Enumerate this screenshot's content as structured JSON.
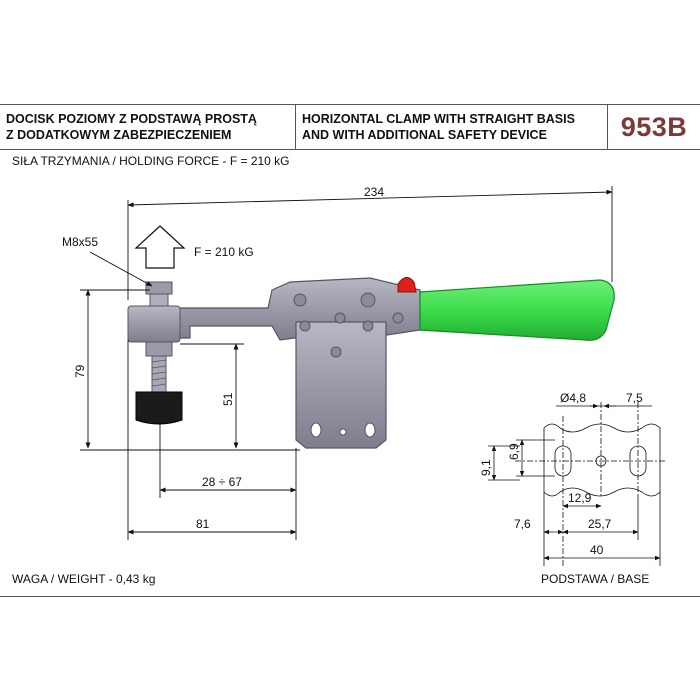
{
  "header": {
    "title_pl_line1": "DOCISK POZIOMY Z PODSTAWĄ PROSTĄ",
    "title_pl_line2": "Z DODATKOWYM ZABEZPIECZENIEM",
    "title_en_line1": "HORIZONTAL CLAMP WITH STRAIGHT BASIS",
    "title_en_line2": "AND WITH ADDITIONAL SAFETY DEVICE",
    "model_code": "953B"
  },
  "holding_force_text": "SIŁA TRZYMANIA / HOLDING FORCE - F = 210 kG",
  "weight_text": "WAGA / WEIGHT - 0,43 kg",
  "base_label": "PODSTAWA / BASE",
  "drawing": {
    "overall_length": "234",
    "thread": "M8x55",
    "force_label": "F = 210 kG",
    "height_total": "79",
    "height_spindle": "51",
    "spindle_range": "28 ÷ 67",
    "base_to_spindle": "81"
  },
  "base_detail": {
    "hole_diameter": "Ø4,8",
    "hole_spacing_small": "7,5",
    "height_a": "6,9",
    "height_b": "9,1",
    "dim_12_9": "12,9",
    "dim_7_6": "7,6",
    "dim_25_7": "25,7",
    "dim_40": "40"
  },
  "colors": {
    "handle": "#3ddc4c",
    "safety_button": "#e0201b",
    "body": "#9a9aa8",
    "model_code": "#7a3a3a"
  }
}
